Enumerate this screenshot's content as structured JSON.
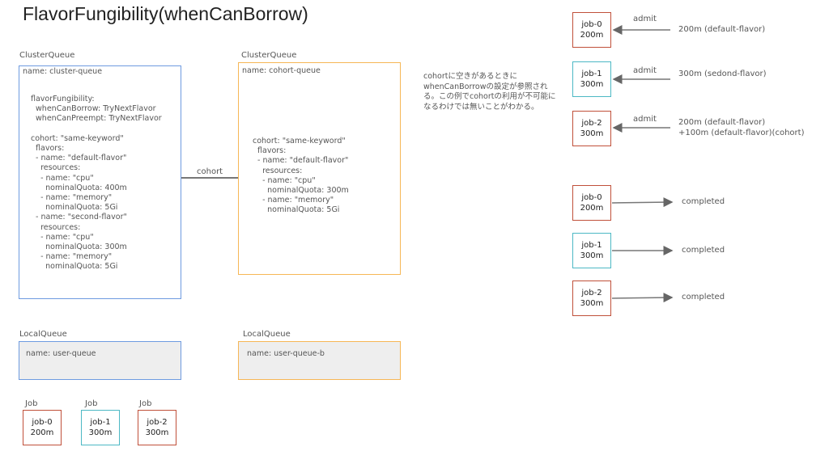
{
  "title": "FlavorFungibility(whenCanBorrow)",
  "cluster_queue_a": {
    "label": "ClusterQueue",
    "name": "name: cluster-queue",
    "spec": "flavorFungibility:\n  whenCanBorrow: TryNextFlavor\n  whenCanPreempt: TryNextFlavor\n\ncohort: \"same-keyword\"\n  flavors:\n  - name: \"default-flavor\"\n    resources:\n    - name: \"cpu\"\n      nominalQuota: 400m\n    - name: \"memory\"\n      nominalQuota: 5Gi\n  - name: \"second-flavor\"\n    resources:\n    - name: \"cpu\"\n      nominalQuota: 300m\n    - name: \"memory\"\n      nominalQuota: 5Gi"
  },
  "cluster_queue_b": {
    "label": "ClusterQueue",
    "name": "name: cohort-queue",
    "spec": "cohort: \"same-keyword\"\n  flavors:\n  - name: \"default-flavor\"\n    resources:\n    - name: \"cpu\"\n      nominalQuota: 300m\n    - name: \"memory\"\n      nominalQuota: 5Gi"
  },
  "cohort_link": "cohort",
  "local_queue_a": {
    "label": "LocalQueue",
    "name": "name: user-queue"
  },
  "local_queue_b": {
    "label": "LocalQueue",
    "name": "name: user-queue-b"
  },
  "jobs": [
    {
      "label": "Job",
      "name": "job-0",
      "cpu": "200m"
    },
    {
      "label": "Job",
      "name": "job-1",
      "cpu": "300m"
    },
    {
      "label": "Job",
      "name": "job-2",
      "cpu": "300m"
    }
  ],
  "note": "cohortに空きがあるときにwhenCanBorrowの設定が参照される。この例でcohortの利用が不可能になるわけでは無いことがわかる。",
  "admits": [
    {
      "job": "job-0",
      "cpu": "200m",
      "action": "admit",
      "detail": "200m (default-flavor)"
    },
    {
      "job": "job-1",
      "cpu": "300m",
      "action": "admit",
      "detail": "300m (sedond-flavor)"
    },
    {
      "job": "job-2",
      "cpu": "300m",
      "action": "admit",
      "detail": "200m (default-flavor)\n+100m (default-flavor)(cohort)"
    }
  ],
  "completions": [
    {
      "job": "job-0",
      "cpu": "200m",
      "status": "completed"
    },
    {
      "job": "job-1",
      "cpu": "300m",
      "status": "completed"
    },
    {
      "job": "job-2",
      "cpu": "300m",
      "status": "completed"
    }
  ],
  "colors": {
    "blue": "#6e9be0",
    "orange": "#f6b756",
    "red": "#c0503a",
    "teal": "#4cb8c4"
  }
}
